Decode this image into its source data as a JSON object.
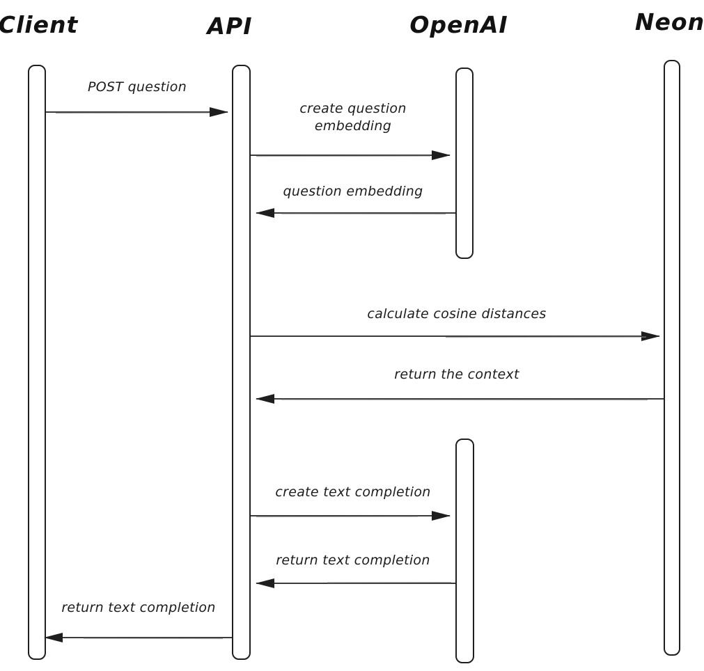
{
  "diagram": {
    "type": "sequence-diagram",
    "background_color": "#ffffff",
    "stroke_color": "#1e1e1e",
    "actors": [
      {
        "name": "Client"
      },
      {
        "name": "API"
      },
      {
        "name": "OpenAI"
      },
      {
        "name": "Neon"
      }
    ],
    "messages": [
      {
        "from": "Client",
        "to": "API",
        "label": "POST question"
      },
      {
        "from": "API",
        "to": "OpenAI",
        "label": "create question embedding"
      },
      {
        "from": "OpenAI",
        "to": "API",
        "label": "question embedding"
      },
      {
        "from": "API",
        "to": "Neon",
        "label": "calculate cosine distances"
      },
      {
        "from": "Neon",
        "to": "API",
        "label": "return the context"
      },
      {
        "from": "API",
        "to": "OpenAI",
        "label": "create text completion"
      },
      {
        "from": "OpenAI",
        "to": "API",
        "label": "return text completion"
      },
      {
        "from": "API",
        "to": "Client",
        "label": "return text completion"
      }
    ]
  }
}
